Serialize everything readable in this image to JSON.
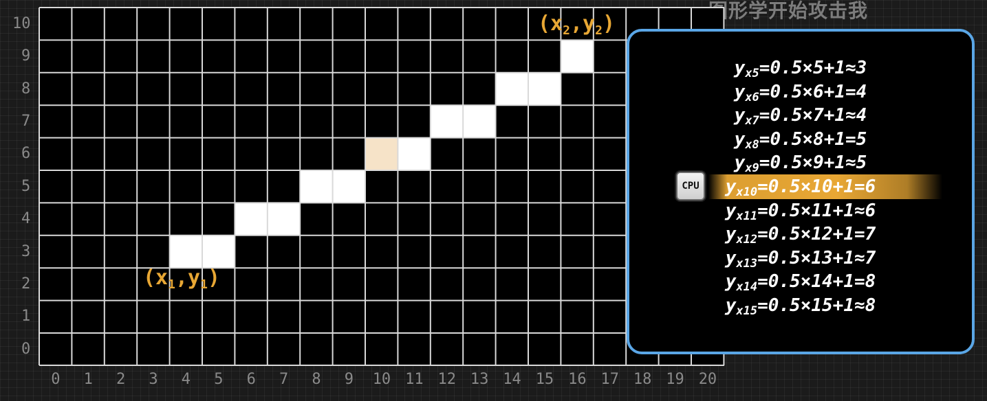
{
  "watermark": "图形学开始攻击我",
  "grid": {
    "x_ticks": [
      "0",
      "1",
      "2",
      "3",
      "4",
      "5",
      "6",
      "7",
      "8",
      "9",
      "10",
      "11",
      "12",
      "13",
      "14",
      "15",
      "16",
      "17",
      "18",
      "19",
      "20"
    ],
    "y_ticks": [
      "0",
      "1",
      "2",
      "3",
      "4",
      "5",
      "6",
      "7",
      "8",
      "9",
      "10"
    ],
    "filled_pixels": [
      [
        4,
        3
      ],
      [
        5,
        3
      ],
      [
        6,
        4
      ],
      [
        7,
        4
      ],
      [
        8,
        5
      ],
      [
        9,
        5
      ],
      [
        11,
        6
      ],
      [
        12,
        7
      ],
      [
        13,
        7
      ],
      [
        14,
        8
      ],
      [
        15,
        8
      ],
      [
        16,
        9
      ]
    ],
    "current_pixel": [
      10,
      6
    ]
  },
  "labels": {
    "start": {
      "open": "(x",
      "sub1": "1",
      ",": ",",
      "y": "y",
      "sub2": "1",
      "close": ")"
    },
    "end": {
      "open": "(x",
      "sub1": "2",
      ",": ",",
      "y": "y",
      "sub2": "2",
      "close": ")"
    }
  },
  "panel": {
    "equations": [
      {
        "sub": "x5",
        "rhs": "=0.5×5+1≈3"
      },
      {
        "sub": "x6",
        "rhs": "=0.5×6+1=4"
      },
      {
        "sub": "x7",
        "rhs": "=0.5×7+1≈4"
      },
      {
        "sub": "x8",
        "rhs": "=0.5×8+1=5"
      },
      {
        "sub": "x9",
        "rhs": "=0.5×9+1≈5"
      },
      {
        "sub": "x10",
        "rhs": "=0.5×10+1=6"
      },
      {
        "sub": "x11",
        "rhs": "=0.5×11+1≈6"
      },
      {
        "sub": "x12",
        "rhs": "=0.5×12+1=7"
      },
      {
        "sub": "x13",
        "rhs": "=0.5×13+1≈7"
      },
      {
        "sub": "x14",
        "rhs": "=0.5×14+1=8"
      },
      {
        "sub": "x15",
        "rhs": "=0.5×15+1≈8"
      }
    ],
    "highlighted_index": 5,
    "cpu_label": "CPU",
    "y_letter": "y"
  },
  "colors": {
    "accent": "#e8a734",
    "panel_border": "#5aa6e6",
    "pixel_fill": "#ffffff",
    "current_pixel_fill": "#f6e3c8"
  }
}
